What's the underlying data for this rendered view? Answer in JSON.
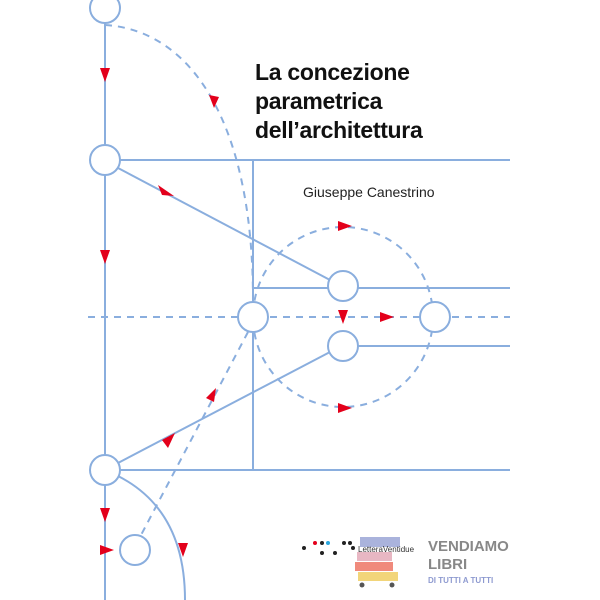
{
  "cover": {
    "title_lines": [
      "La concezione",
      "parametrica",
      "dell’architettura"
    ],
    "author": "Giuseppe Canestrino"
  },
  "logo": {
    "publisher": "LetteraVentidue",
    "line1": "VENDIAMO",
    "line2": "LIBRI",
    "line3": "DI TUTTI A TUTTI"
  },
  "colors": {
    "line": "#8aaede",
    "arrow": "#e3001b"
  }
}
